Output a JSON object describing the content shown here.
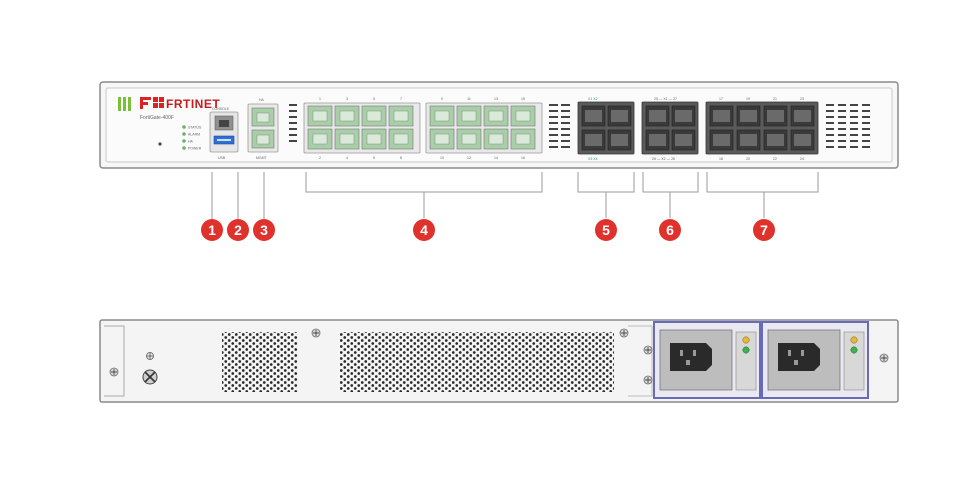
{
  "front_panel": {
    "brand": "FRTINET",
    "model": "FortiGate-400F",
    "status_leds": [
      "STATUS",
      "ALARM",
      "HA",
      "POWER"
    ],
    "port_labels": {
      "console": "CONSOLE",
      "usb": "USB",
      "mgmt": "MGMT",
      "ha": "HA",
      "rj45_top": [
        "1",
        "3",
        "5",
        "7",
        "9",
        "11",
        "13",
        "15"
      ],
      "rj45_bottom": [
        "2",
        "4",
        "6",
        "8",
        "10",
        "12",
        "14",
        "16"
      ],
      "sfp_plus_top": "X1 X2",
      "sfp_plus_bottom": "X3 X4",
      "sfp_mid_top": "25 — X1 — 27",
      "sfp_mid_bottom": "26 — X2 — 28",
      "sfp_right_top": [
        "17",
        "19",
        "21",
        "23"
      ],
      "sfp_right_bottom": [
        "18",
        "20",
        "22",
        "24"
      ]
    }
  },
  "callouts": [
    "1",
    "2",
    "3",
    "4",
    "5",
    "6",
    "7"
  ],
  "colors": {
    "callout_red": "#e0322d",
    "chassis_border": "#8a8a8a",
    "port_green": "#a9cfa9",
    "sfp_dark": "#3a3a3a",
    "psu_blue": "#6a6ab8",
    "logo_green": "#7cbf3a"
  }
}
